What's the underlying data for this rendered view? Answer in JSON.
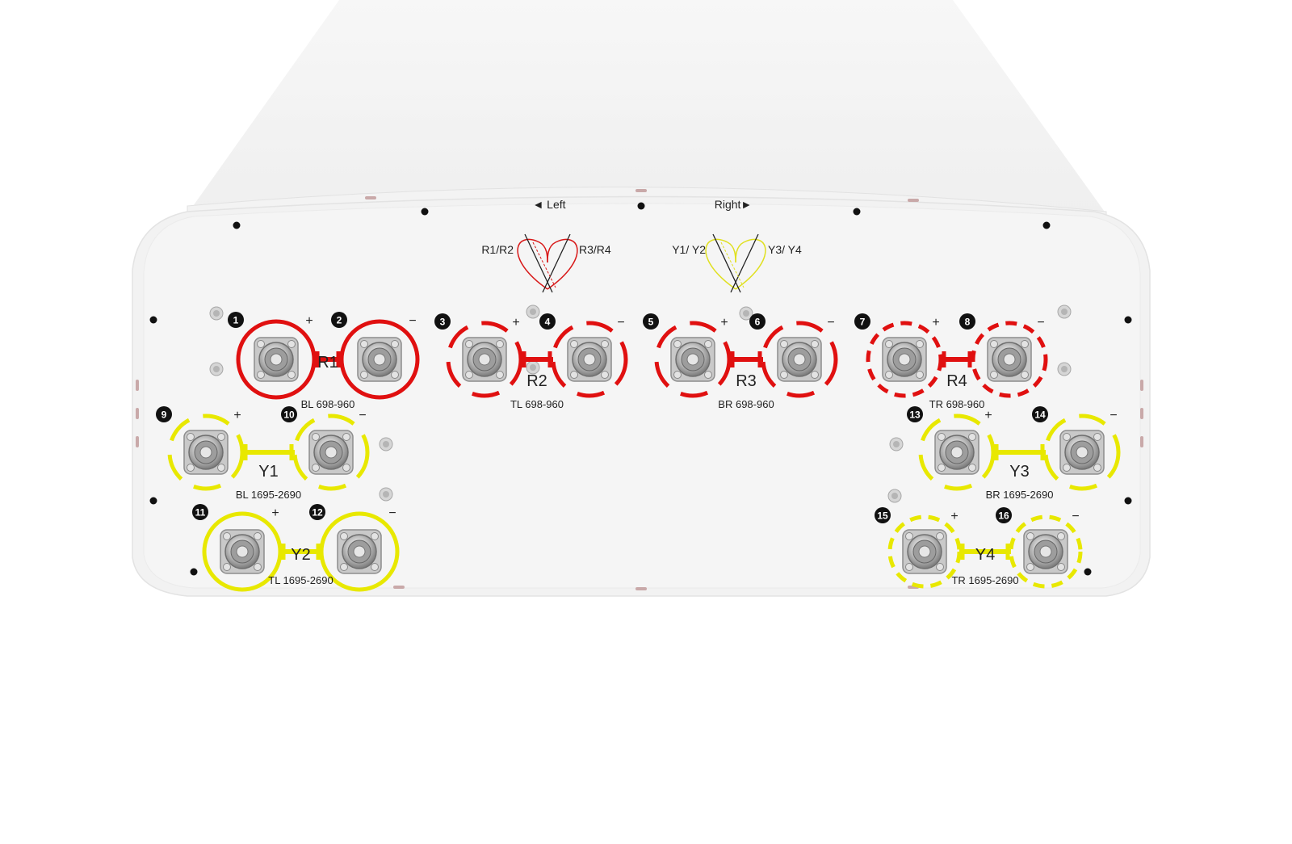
{
  "colors": {
    "red_band": "#e01010",
    "yellow_band": "#e8e800",
    "panel": "#f1f1f1",
    "housing": "#f6f6f6",
    "badge": "#111111"
  },
  "header": {
    "left_label": "◄ Left",
    "right_label": "Right►",
    "left_polarization": {
      "left": "R1/R2",
      "right": "R3/R4"
    },
    "right_polarization": {
      "left": "Y1/ Y2",
      "right": "Y3/ Y4"
    }
  },
  "plus_sign": "+",
  "minus_sign": "−",
  "port_pairs": [
    {
      "id": "R1",
      "color": "red",
      "style": "solid",
      "ports": [
        "1",
        "2"
      ],
      "band": "BL 698-960"
    },
    {
      "id": "R2",
      "color": "red",
      "style": "dashed",
      "ports": [
        "3",
        "4"
      ],
      "band": "TL 698-960"
    },
    {
      "id": "R3",
      "color": "red",
      "style": "dashed",
      "ports": [
        "5",
        "6"
      ],
      "band": "BR 698-960"
    },
    {
      "id": "R4",
      "color": "red",
      "style": "dotted",
      "ports": [
        "7",
        "8"
      ],
      "band": "TR 698-960"
    },
    {
      "id": "Y1",
      "color": "yellow",
      "style": "dashed",
      "ports": [
        "9",
        "10"
      ],
      "band": "BL 1695-2690"
    },
    {
      "id": "Y2",
      "color": "yellow",
      "style": "solid",
      "ports": [
        "11",
        "12"
      ],
      "band": "TL 1695-2690"
    },
    {
      "id": "Y3",
      "color": "yellow",
      "style": "dashed",
      "ports": [
        "13",
        "14"
      ],
      "band": "BR 1695-2690"
    },
    {
      "id": "Y4",
      "color": "yellow",
      "style": "dotted",
      "ports": [
        "15",
        "16"
      ],
      "band": "TR 1695-2690"
    }
  ]
}
